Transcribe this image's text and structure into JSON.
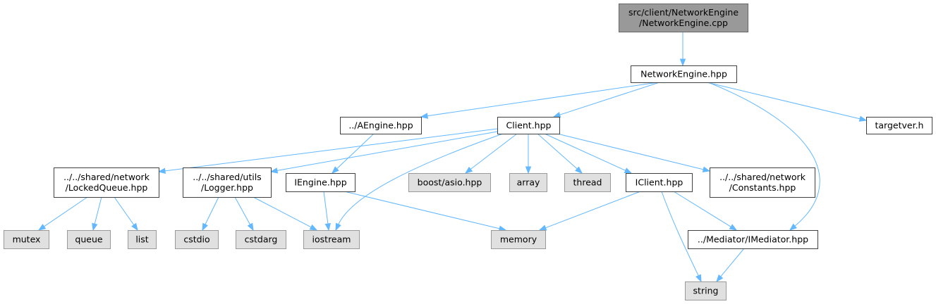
{
  "colors": {
    "root_fill": "#999999",
    "root_stroke": "#666666",
    "file_fill": "#ffffff",
    "file_stroke": "#404040",
    "system_fill": "#e0e0e0",
    "system_stroke": "#999999",
    "edge": "#63b8ff"
  },
  "nodes": [
    {
      "id": "root",
      "kind": "root",
      "lines": [
        "src/client/NetworkEngine",
        "/NetworkEngine.cpp"
      ]
    },
    {
      "id": "networkengine_hpp",
      "kind": "file",
      "lines": [
        "NetworkEngine.hpp"
      ]
    },
    {
      "id": "aengine_hpp",
      "kind": "file",
      "lines": [
        "../AEngine.hpp"
      ]
    },
    {
      "id": "client_hpp",
      "kind": "file",
      "lines": [
        "Client.hpp"
      ]
    },
    {
      "id": "targetver_h",
      "kind": "file",
      "lines": [
        "targetver.h"
      ]
    },
    {
      "id": "lockedqueue_hpp",
      "kind": "file",
      "lines": [
        "../../shared/network",
        "/LockedQueue.hpp"
      ]
    },
    {
      "id": "logger_hpp",
      "kind": "file",
      "lines": [
        "../../shared/utils",
        "/Logger.hpp"
      ]
    },
    {
      "id": "iengine_hpp",
      "kind": "file",
      "lines": [
        "IEngine.hpp"
      ]
    },
    {
      "id": "boost_asio_hpp",
      "kind": "system",
      "lines": [
        "boost/asio.hpp"
      ]
    },
    {
      "id": "array",
      "kind": "system",
      "lines": [
        "array"
      ]
    },
    {
      "id": "thread",
      "kind": "system",
      "lines": [
        "thread"
      ]
    },
    {
      "id": "iclient_hpp",
      "kind": "file",
      "lines": [
        "IClient.hpp"
      ]
    },
    {
      "id": "constants_hpp",
      "kind": "file",
      "lines": [
        "../../shared/network",
        "/Constants.hpp"
      ]
    },
    {
      "id": "mutex",
      "kind": "system",
      "lines": [
        "mutex"
      ]
    },
    {
      "id": "queue",
      "kind": "system",
      "lines": [
        "queue"
      ]
    },
    {
      "id": "list",
      "kind": "system",
      "lines": [
        "list"
      ]
    },
    {
      "id": "cstdio",
      "kind": "system",
      "lines": [
        "cstdio"
      ]
    },
    {
      "id": "cstdarg",
      "kind": "system",
      "lines": [
        "cstdarg"
      ]
    },
    {
      "id": "iostream",
      "kind": "system",
      "lines": [
        "iostream"
      ]
    },
    {
      "id": "memory",
      "kind": "system",
      "lines": [
        "memory"
      ]
    },
    {
      "id": "imediator_hpp",
      "kind": "file",
      "lines": [
        "../Mediator/IMediator.hpp"
      ]
    },
    {
      "id": "string",
      "kind": "system",
      "lines": [
        "string"
      ]
    }
  ],
  "edges": [
    {
      "from": "root",
      "to": "networkengine_hpp"
    },
    {
      "from": "networkengine_hpp",
      "to": "aengine_hpp"
    },
    {
      "from": "networkengine_hpp",
      "to": "client_hpp"
    },
    {
      "from": "networkengine_hpp",
      "to": "targetver_h"
    },
    {
      "from": "networkengine_hpp",
      "to": "imediator_hpp"
    },
    {
      "from": "aengine_hpp",
      "to": "iengine_hpp"
    },
    {
      "from": "client_hpp",
      "to": "lockedqueue_hpp"
    },
    {
      "from": "client_hpp",
      "to": "logger_hpp"
    },
    {
      "from": "client_hpp",
      "to": "iostream"
    },
    {
      "from": "client_hpp",
      "to": "boost_asio_hpp"
    },
    {
      "from": "client_hpp",
      "to": "array"
    },
    {
      "from": "client_hpp",
      "to": "thread"
    },
    {
      "from": "client_hpp",
      "to": "iclient_hpp"
    },
    {
      "from": "client_hpp",
      "to": "constants_hpp"
    },
    {
      "from": "lockedqueue_hpp",
      "to": "mutex"
    },
    {
      "from": "lockedqueue_hpp",
      "to": "queue"
    },
    {
      "from": "lockedqueue_hpp",
      "to": "list"
    },
    {
      "from": "logger_hpp",
      "to": "cstdio"
    },
    {
      "from": "logger_hpp",
      "to": "cstdarg"
    },
    {
      "from": "logger_hpp",
      "to": "iostream"
    },
    {
      "from": "iengine_hpp",
      "to": "iostream"
    },
    {
      "from": "iengine_hpp",
      "to": "memory"
    },
    {
      "from": "iclient_hpp",
      "to": "memory"
    },
    {
      "from": "iclient_hpp",
      "to": "string"
    },
    {
      "from": "iclient_hpp",
      "to": "imediator_hpp"
    },
    {
      "from": "imediator_hpp",
      "to": "string"
    }
  ]
}
